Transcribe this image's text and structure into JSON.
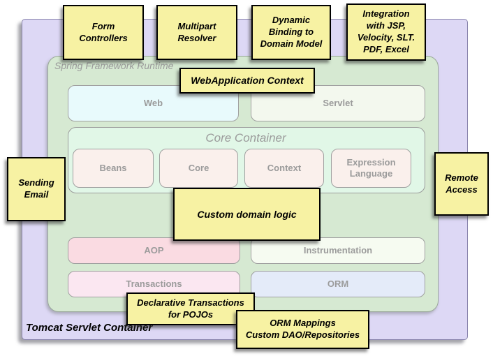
{
  "diagram": {
    "outer_container": {
      "label": "Tomcat Servlet Container"
    },
    "runtime_container": {
      "label": "Spring Framework Runtime"
    },
    "core_container": {
      "label": "Core Container"
    },
    "modules": {
      "web": "Web",
      "servlet": "Servlet",
      "beans": "Beans",
      "core": "Core",
      "context": "Context",
      "expression_language": "Expression\nLanguage",
      "aop": "AOP",
      "instrumentation": "Instrumentation",
      "transactions": "Transactions",
      "orm": "ORM"
    },
    "notes": {
      "form_controllers": "Form\nControllers",
      "multipart_resolver": "Multipart\nResolver",
      "dynamic_binding": "Dynamic\nBinding to\nDomain Model",
      "integration": "Integration\nwith JSP,\nVelocity, SLT.\nPDF, Excel",
      "webapplication_context": "WebApplication Context",
      "sending_email": "Sending\nEmail",
      "custom_domain_logic": "Custom domain logic",
      "remote_access": "Remote\nAccess",
      "declarative_transactions": "Declarative Transactions\nfor POJOs",
      "orm_mappings": "ORM Mappings\nCustom DAO/Repositories"
    },
    "colors": {
      "outer_container_fill": "#ddd8f5",
      "runtime_fill": "#d6e9d2",
      "core_container_fill": "#e1f7e7",
      "web_fill": "#e8fafc",
      "servlet_fill": "#f3f8ee",
      "core_module_fill": "#faf0ec",
      "aop_fill": "#fadbe2",
      "instrumentation_fill": "#f6fbf1",
      "transactions_fill": "#fbe7f1",
      "orm_fill": "#e4ebf9",
      "note_fill": "#f7f2a3",
      "module_label_color": "#9b9b9b"
    }
  }
}
